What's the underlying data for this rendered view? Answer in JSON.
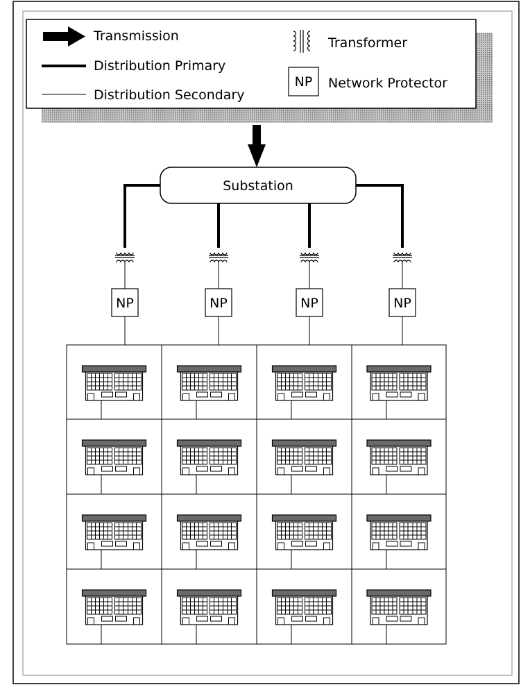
{
  "legend": {
    "transmission": "Transmission",
    "distribution_primary": "Distribution Primary",
    "distribution_secondary": "Distribution Secondary",
    "transformer": "Transformer",
    "network_protector": "Network Protector",
    "np_box_label": "NP"
  },
  "substation": {
    "label": "Substation"
  },
  "feeders": [
    {
      "np_label": "NP"
    },
    {
      "np_label": "NP"
    },
    {
      "np_label": "NP"
    },
    {
      "np_label": "NP"
    }
  ],
  "grid": {
    "rows": 4,
    "cols": 4
  },
  "colors": {
    "line": "#000000",
    "legend_shadow": "#9a9a9a",
    "building_roof": "#6a6a6a"
  }
}
